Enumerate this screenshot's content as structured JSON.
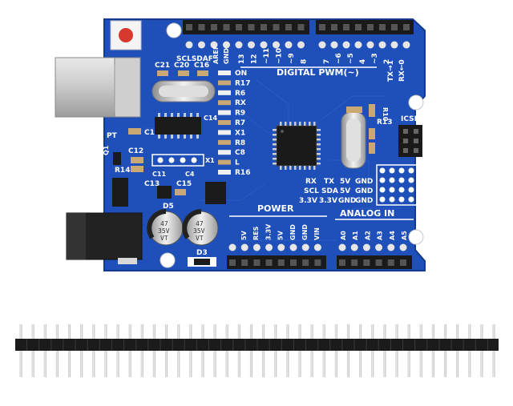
{
  "board": {
    "colors": {
      "pcb": "#1f4fb8",
      "pcb_edge": "#123a8e",
      "silk": "#ffffff",
      "header": "#1a1a1a",
      "pin": "#d9d9d9"
    },
    "top_labels": {
      "sclsdaf": "SCLSDAF",
      "aref": "AREF",
      "gnd": "GND",
      "digital_pwm": "DIGITAL PWM(~)",
      "tx": "TX→1",
      "rx": "RX←0"
    },
    "digital_pins": [
      "13",
      "12",
      "~11",
      "~10",
      "~9",
      "8",
      "7",
      "~6",
      "~5",
      "4",
      "~3",
      "2"
    ],
    "caps_top": [
      "C21",
      "C20",
      "C16"
    ],
    "leds": [
      "ON",
      "R17",
      "R6",
      "RX",
      "R9",
      "R7",
      "X1",
      "R8",
      "C8",
      "L",
      "R16"
    ],
    "left_labels": {
      "pt": "PT",
      "q1": "Q1",
      "c1": "C1",
      "c12": "C12",
      "r14": "R14",
      "c13": "C13",
      "c11": "C11",
      "c4": "C4",
      "c15": "C15",
      "x1b": "X1",
      "d5": "D5",
      "d3": "D3",
      "c14": "C14"
    },
    "right_labels": {
      "r10": "R10",
      "r13": "R13",
      "icsp": "ICSP",
      "rx": "RX",
      "tx": "TX",
      "v5a": "5V",
      "gnd_a": "GND",
      "scl": "SCL",
      "sda": "SDA",
      "v5b": "5V",
      "gnd_b": "GND",
      "v33a": "3.3V",
      "v33b": "3.3V",
      "gnd_c": "GND",
      "gnd_d": "GND"
    },
    "power_label": "POWER",
    "power_pins": [
      "5V",
      "RES",
      "3.3V",
      "5V",
      "GND",
      "GND",
      "VIN"
    ],
    "analog_label": "ANALOG IN",
    "analog_pins": [
      "A0",
      "A1",
      "A2",
      "A3",
      "A4",
      "A5"
    ],
    "cap_text": [
      "47",
      "35V",
      "VT"
    ]
  },
  "pin_header": {
    "pin_count": 40
  }
}
